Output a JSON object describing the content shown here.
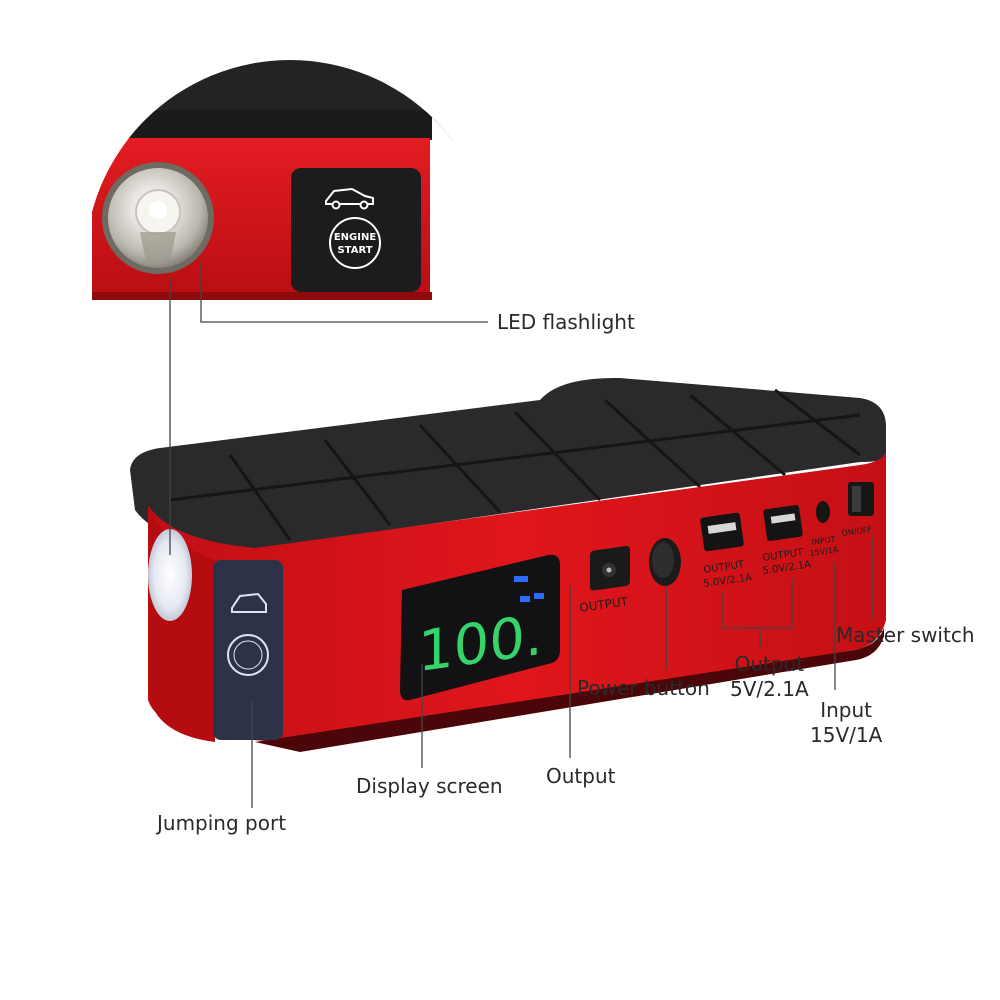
{
  "colors": {
    "shell_red": "#d8151b",
    "shell_red_dark": "#a50d10",
    "rubber_black": "#2b2b2d",
    "lcd_green": "#35d36a",
    "lcd_blue": "#2f6bff",
    "leader_line": "#444444"
  },
  "closeup": {
    "badge_line1": "ENGINE",
    "badge_line2": "START",
    "car_icon": "car-icon",
    "flashlight_icon": "flashlight-icon"
  },
  "device": {
    "display_value": "100.",
    "dc_port_label": "OUTPUT",
    "usb1_label_line1": "OUTPUT",
    "usb1_label_line2": "5.0V/2.1A",
    "usb2_label_line1": "OUTPUT",
    "usb2_label_line2": "5.0V/2.1A",
    "input_label_line1": "INPUT",
    "input_label_line2": "15V/1A",
    "switch_label": "ON/OFF"
  },
  "callouts": {
    "led_flashlight": "LED flashlight",
    "master_switch": "Master switch",
    "output_usb": "Output\n5V/2.1A",
    "power_button": "Power button",
    "input": "Input\n15V/1A",
    "display_screen": "Display screen",
    "output": "Output",
    "jumping_port": "Jumping port"
  }
}
